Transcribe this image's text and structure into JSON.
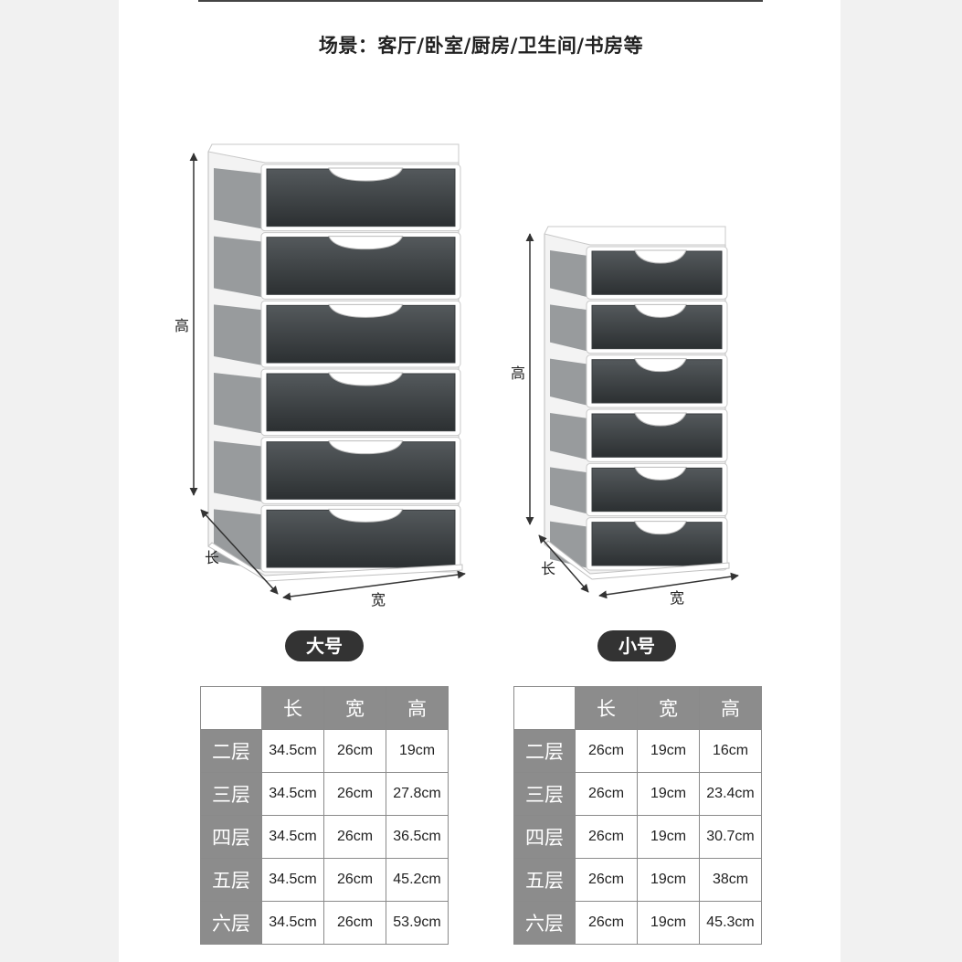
{
  "scene_text": "场景：客厅/卧室/厨房/卫生间/书房等",
  "large": {
    "label": "大号",
    "dims": {
      "height": "高",
      "length": "长",
      "width": "宽"
    },
    "table": {
      "headers": [
        "长",
        "宽",
        "高"
      ],
      "rows": [
        {
          "layer": "二层",
          "length": "34.5cm",
          "width": "26cm",
          "height": "19cm"
        },
        {
          "layer": "三层",
          "length": "34.5cm",
          "width": "26cm",
          "height": "27.8cm"
        },
        {
          "layer": "四层",
          "length": "34.5cm",
          "width": "26cm",
          "height": "36.5cm"
        },
        {
          "layer": "五层",
          "length": "34.5cm",
          "width": "26cm",
          "height": "45.2cm"
        },
        {
          "layer": "六层",
          "length": "34.5cm",
          "width": "26cm",
          "height": "53.9cm"
        }
      ]
    }
  },
  "small": {
    "label": "小号",
    "dims": {
      "height": "高",
      "length": "长",
      "width": "宽"
    },
    "table": {
      "headers": [
        "长",
        "宽",
        "高"
      ],
      "rows": [
        {
          "layer": "二层",
          "length": "26cm",
          "width": "19cm",
          "height": "16cm"
        },
        {
          "layer": "三层",
          "length": "26cm",
          "width": "19cm",
          "height": "23.4cm"
        },
        {
          "layer": "四层",
          "length": "26cm",
          "width": "19cm",
          "height": "30.7cm"
        },
        {
          "layer": "五层",
          "length": "26cm",
          "width": "19cm",
          "height": "38cm"
        },
        {
          "layer": "六层",
          "length": "26cm",
          "width": "19cm",
          "height": "45.3cm"
        }
      ]
    }
  },
  "colors": {
    "drawer": "#3a3e40",
    "frame": "#ffffff",
    "header_bg": "#8c8c8c",
    "pill_bg": "#333333"
  }
}
